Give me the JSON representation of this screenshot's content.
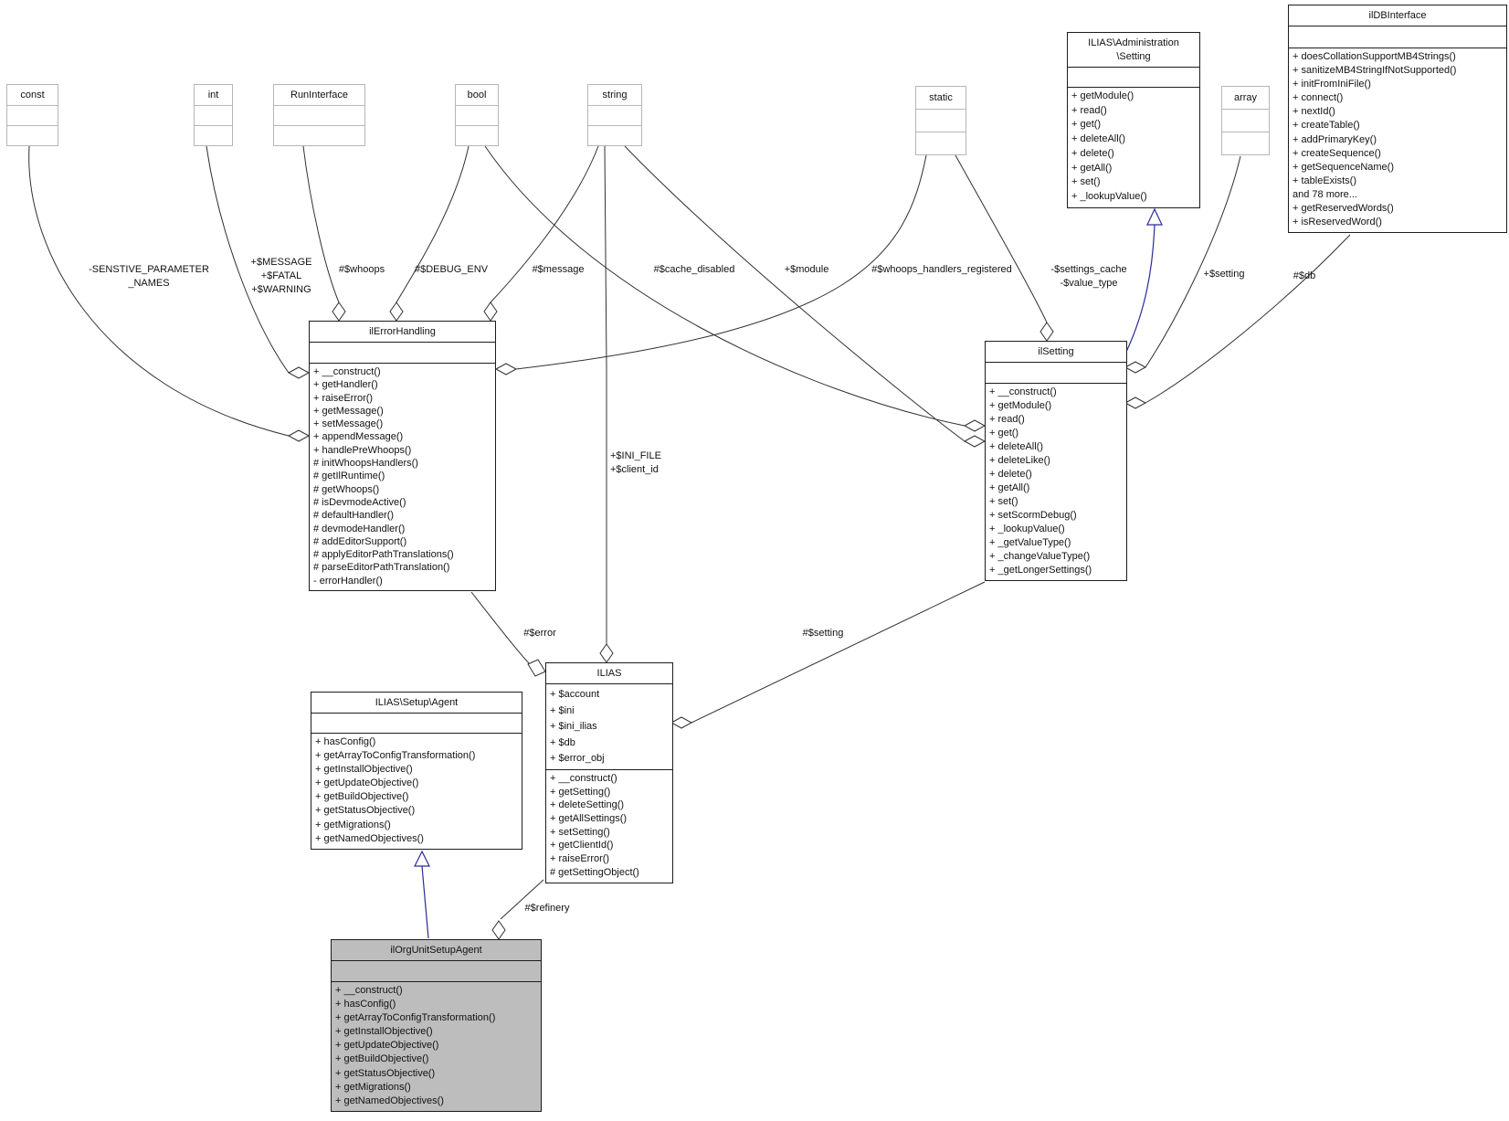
{
  "colors": {
    "highlight_fill": "#bdbdbd",
    "inheritance_edge": "#2a2a9a",
    "association_edge": "#303030",
    "type_box_border": "#b6b6b6",
    "class_box_border": "#1c1c1c"
  },
  "classes": {
    "const": {
      "name": "const"
    },
    "int": {
      "name": "int"
    },
    "run_interface": {
      "name": "RunInterface"
    },
    "bool": {
      "name": "bool"
    },
    "string": {
      "name": "string"
    },
    "static": {
      "name": "static"
    },
    "array": {
      "name": "array"
    },
    "admin_setting": {
      "name": "ILIAS\\Administration\n\\Setting",
      "attributes": [],
      "methods": [
        "+ getModule()",
        "+ read()",
        "+ get()",
        "+ deleteAll()",
        "+ delete()",
        "+ getAll()",
        "+ set()",
        "+ _lookupValue()"
      ]
    },
    "db_interface": {
      "name": "ilDBInterface",
      "attributes": [],
      "methods": [
        "+ doesCollationSupportMB4Strings()",
        "+ sanitizeMB4StringIfNotSupported()",
        "+ initFromIniFile()",
        "+ connect()",
        "+ nextId()",
        "+ createTable()",
        "+ addPrimaryKey()",
        "+ createSequence()",
        "+ getSequenceName()",
        "+ tableExists()",
        "and 78 more...",
        "+ getReservedWords()",
        "+ isReservedWord()"
      ]
    },
    "error_handling": {
      "name": "ilErrorHandling",
      "attributes": [],
      "methods": [
        "+ __construct()",
        "+ getHandler()",
        "+ raiseError()",
        "+ getMessage()",
        "+ setMessage()",
        "+ appendMessage()",
        "+ handlePreWhoops()",
        "# initWhoopsHandlers()",
        "# getIlRuntime()",
        "# getWhoops()",
        "# isDevmodeActive()",
        "# defaultHandler()",
        "# devmodeHandler()",
        "# addEditorSupport()",
        "# applyEditorPathTranslations()",
        "# parseEditorPathTranslation()",
        "- errorHandler()"
      ]
    },
    "setting": {
      "name": "ilSetting",
      "attributes": [],
      "methods": [
        "+ __construct()",
        "+ getModule()",
        "+ read()",
        "+ get()",
        "+ deleteAll()",
        "+ deleteLike()",
        "+ delete()",
        "+ getAll()",
        "+ set()",
        "+ setScormDebug()",
        "+ _lookupValue()",
        "+ _getValueType()",
        "+ _changeValueType()",
        "+ _getLongerSettings()"
      ]
    },
    "ilias": {
      "name": "ILIAS",
      "attributes": [
        "+ $account",
        "+ $ini",
        "+ $ini_ilias",
        "+ $db",
        "+ $error_obj"
      ],
      "methods": [
        "+ __construct()",
        "+ getSetting()",
        "+ deleteSetting()",
        "+ getAllSettings()",
        "+ setSetting()",
        "+ getClientId()",
        "+ raiseError()",
        "# getSettingObject()"
      ]
    },
    "setup_agent": {
      "name": "ILIAS\\Setup\\Agent",
      "attributes": [],
      "methods": [
        "+ hasConfig()",
        "+ getArrayToConfigTransformation()",
        "+ getInstallObjective()",
        "+ getUpdateObjective()",
        "+ getBuildObjective()",
        "+ getStatusObjective()",
        "+ getMigrations()",
        "+ getNamedObjectives()"
      ]
    },
    "org_unit_setup_agent": {
      "name": "ilOrgUnitSetupAgent",
      "attributes": [],
      "methods": [
        "+ __construct()",
        "+ hasConfig()",
        "+ getArrayToConfigTransformation()",
        "+ getInstallObjective()",
        "+ getUpdateObjective()",
        "+ getBuildObjective()",
        "+ getStatusObjective()",
        "+ getMigrations()",
        "+ getNamedObjectives()"
      ]
    }
  },
  "edges": [
    {
      "from": "const",
      "to": "ilErrorHandling",
      "kind": "aggregation",
      "label": "-SENSTIVE_PARAMETER\n_NAMES"
    },
    {
      "from": "int",
      "to": "ilErrorHandling",
      "kind": "aggregation",
      "label": "+$MESSAGE\n+$FATAL\n+$WARNING"
    },
    {
      "from": "RunInterface",
      "to": "ilErrorHandling",
      "kind": "aggregation",
      "label": "#$whoops"
    },
    {
      "from": "bool",
      "to": "ilErrorHandling",
      "kind": "aggregation",
      "label": "#$DEBUG_ENV"
    },
    {
      "from": "string",
      "to": "ilErrorHandling",
      "kind": "aggregation",
      "label": "#$message"
    },
    {
      "from": "bool",
      "to": "ilSetting",
      "kind": "aggregation",
      "label": "#$cache_disabled"
    },
    {
      "from": "string",
      "to": "ilSetting",
      "kind": "aggregation",
      "label": "+$module"
    },
    {
      "from": "static",
      "to": "ilErrorHandling",
      "kind": "aggregation",
      "label": "#$whoops_handlers_registered"
    },
    {
      "from": "static",
      "to": "ilSetting",
      "kind": "aggregation",
      "label": "-$settings_cache\n-$value_type"
    },
    {
      "from": "array",
      "to": "ilSetting",
      "kind": "aggregation",
      "label": "+$setting"
    },
    {
      "from": "ilDBInterface",
      "to": "ilSetting",
      "kind": "aggregation",
      "label": "#$db"
    },
    {
      "from": "string",
      "to": "ILIAS",
      "kind": "aggregation",
      "label": "+$INI_FILE\n+$client_id"
    },
    {
      "from": "ilErrorHandling",
      "to": "ILIAS",
      "kind": "aggregation",
      "label": "#$error"
    },
    {
      "from": "ilSetting",
      "to": "ILIAS",
      "kind": "aggregation",
      "label": "#$setting"
    },
    {
      "from": "ILIAS",
      "to": "ilOrgUnitSetupAgent",
      "kind": "aggregation",
      "label": "#$refinery"
    },
    {
      "from": "ilSetting",
      "to": "ILIAS\\Administration\\Setting",
      "kind": "inheritance",
      "label": ""
    },
    {
      "from": "ilOrgUnitSetupAgent",
      "to": "ILIAS\\Setup\\Agent",
      "kind": "inheritance",
      "label": ""
    }
  ]
}
